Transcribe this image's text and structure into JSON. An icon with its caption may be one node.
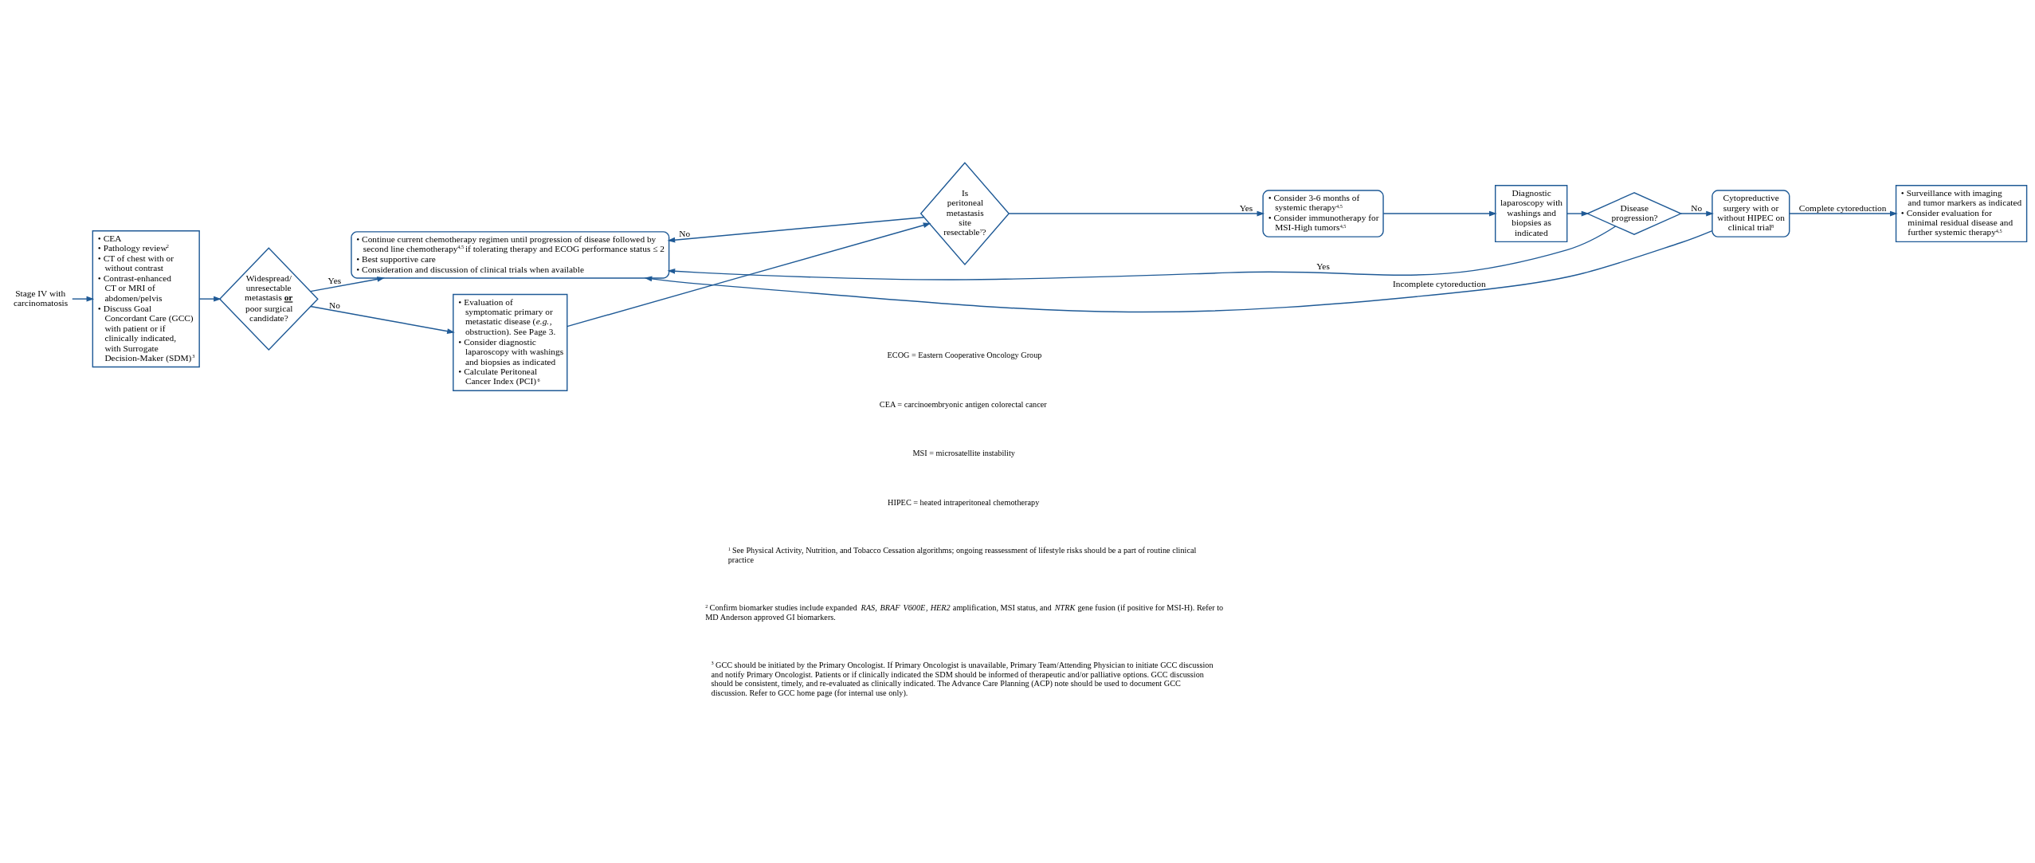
{
  "diagram": {
    "nodes": [
      {
        "text": [
          "Stage IV with carcinomatosis"
        ]
      },
      {
        "text": [
          "• CEA",
          "• Pathology review$^{2}$",
          "• CT of chest with or without contrast",
          "• Contrast-enhanced CT or MRI of abdomen/pelvis",
          "• Discuss Goal Concordant Care (GCC) with patient or if clinically indicated, with Surrogate Decision-Maker (SDM)$^{3}$"
        ]
      },
      {
        "text": [
          "Widespread/ unresectable metastasis **or** poor surgical candidate?"
        ]
      },
      {
        "text": [
          "• Continue current chemotherapy regimen until progression of disease followed by second line chemotherapy$^{4,5}$ if tolerating therapy and ECOG performance status ≤ 2",
          "• Best supportive care",
          "• Consideration and discussion of clinical trials when available"
        ]
      },
      {
        "text": [
          "• Evaluation of symptomatic primary or metastatic disease (*e.g.*, obstruction). See Page 3.",
          "• Consider diagnostic laparoscopy with washings and biopsies as indicated",
          "• Calculate Peritoneal Cancer Index (PCI)$^{6}$"
        ]
      },
      {
        "text": [
          "Is peritoneal metastasis site resectable$^{7}$?"
        ]
      },
      {
        "text": [
          "• Consider 3-6 months of systemic therapy$^{4,5}$",
          "• Consider immunotherapy for MSI-High tumors$^{4,5}$"
        ]
      },
      {
        "text": [
          "Diagnostic laparoscopy with washings and biopsies as indicated"
        ]
      },
      {
        "text": [
          "Disease progression?"
        ]
      },
      {
        "text": [
          "Cytopreductive surgery with or without HIPEC on clinical trial$^{8}$"
        ]
      },
      {
        "text": [
          "• Surveillance with imaging and tumor markers as indicated",
          "• Consider evaluation for minimal residual disease and further systemic therapy$^{4,5}$"
        ]
      }
    ],
    "edges": [
      {
        "from": 0,
        "to": 1,
        "arrow": "to"
      },
      {
        "from": 1,
        "to": 2,
        "arrow": "to"
      },
      {
        "from": 2,
        "to": 3,
        "arrow": "to",
        "label": "Yes"
      },
      {
        "from": 2,
        "to": 4,
        "arrow": "to",
        "label": "No"
      },
      {
        "from": 4,
        "to": 5,
        "arrow": "to"
      },
      {
        "from": 5,
        "to": 3,
        "arrow": "to",
        "label": "No"
      },
      {
        "from": 5,
        "to": 6,
        "arrow": "to",
        "label": "Yes"
      },
      {
        "from": 6,
        "to": 7,
        "arrow": "to"
      },
      {
        "from": 7,
        "to": 8,
        "arrow": "to"
      },
      {
        "from": 8,
        "to": 3,
        "arrow": "to",
        "label": "Yes"
      },
      {
        "from": 8,
        "to": 9,
        "arrow": "to",
        "label": "No"
      },
      {
        "from": 9,
        "to": 3,
        "arrow": "to",
        "label": "Incomplete cytoreduction"
      },
      {
        "from": 9,
        "to": 10,
        "arrow": "to",
        "label": "Complete cytoreduction"
      }
    ],
    "labels": [
      "ECOG = Eastern Cooperative Oncology Group",
      "CEA = carcinoembryonic antigen colorectal cancer",
      "MSI = microsatellite instability",
      "HIPEC = heated intraperitoneal chemotherapy",
      "$^{1}$ See Physical Activity, Nutrition, and Tobacco Cessation algorithms; ongoing reassessment of lifestyle risks should be a part of routine clinical practice",
      "$^{2}$ Confirm biomarker studies include expanded *RAS, BRAF V600E*, *HER2* amplification, MSI status, and *NTRK* gene fusion (if positive for MSI-H). Refer to MD Anderson approved GI biomarkers.",
      "$^{3}$ GCC should be initiated by the Primary Oncologist. If Primary Oncologist is unavailable, Primary Team/Attending Physician to initiate GCC discussion and notify Primary Oncologist. Patients or if clinically indicated the SDM should be informed of therapeutic and/or palliative options. GCC discussion should be consistent, timely, and re-evaluated as clinically indicated. The Advance Care Planning (ACP) note should be used to document GCC discussion. Refer to GCC home page (for internal use only)."
    ]
  }
}
